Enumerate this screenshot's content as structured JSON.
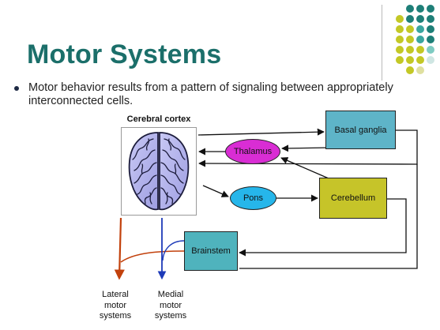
{
  "title": "Motor Systems",
  "bullet": "Motor behavior results from a pattern of signaling between appropriately interconnected cells.",
  "diagram": {
    "cortex_label": "Cerebral cortex",
    "basal_ganglia": "Basal ganglia",
    "thalamus": "Thalamus",
    "pons": "Pons",
    "cerebellum": "Cerebellum",
    "brainstem": "Brainstem",
    "lateral_line1": "Lateral",
    "lateral_line2": "motor",
    "lateral_line3": "systems",
    "medial_line1": "Medial",
    "medial_line2": "motor",
    "medial_line3": "systems"
  },
  "colors": {
    "title": "#1b6f6a",
    "basal_ganglia": "#5eb4c8",
    "cerebellum": "#c6c429",
    "brainstem": "#4fb3bd",
    "thalamus": "#d92dd4",
    "pons": "#26b6ea",
    "lateral_path": "#c2410c",
    "medial_path": "#1d3ab8"
  }
}
